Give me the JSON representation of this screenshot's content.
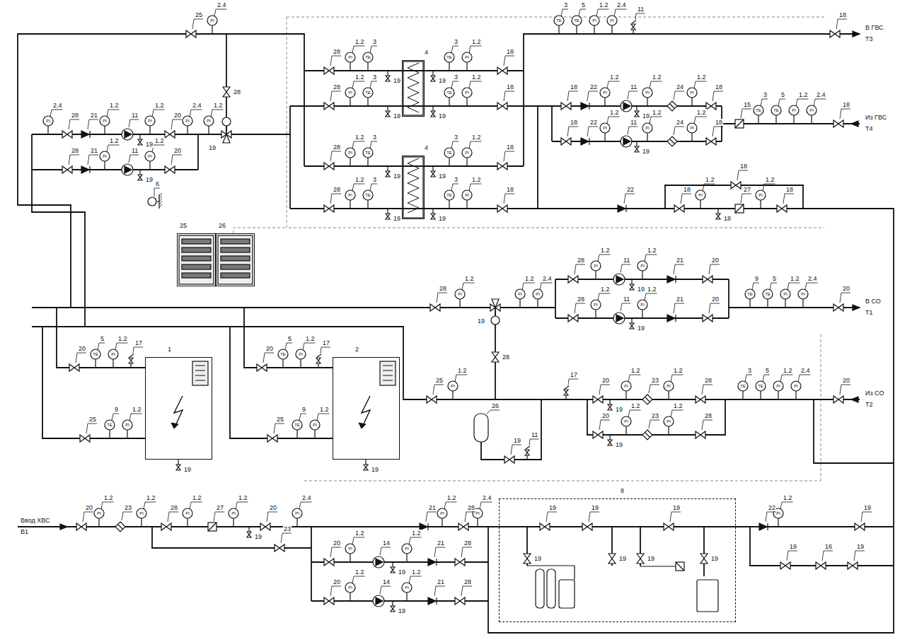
{
  "diagram": {
    "nodes": [
      {
        "text": [
          "4"
        ]
      },
      {
        "text": [
          "4"
        ]
      },
      {
        "text": [
          "25"
        ]
      },
      {
        "text": [
          "26"
        ]
      },
      {
        "text": [
          "1"
        ]
      },
      {
        "text": [
          "2"
        ]
      },
      {
        "text": [
          "8"
        ]
      }
    ],
    "labels": [
      "25",
      "2.4",
      "PI",
      "28",
      "19",
      "2.4",
      "PI",
      "28",
      "21",
      "1.2",
      "PI",
      "11",
      "19",
      "1.2",
      "PI",
      "20",
      "2.4",
      "PI",
      "1.2",
      "PI",
      "28",
      "21",
      "1.2",
      "PI",
      "11",
      "19",
      "1.2",
      "PI",
      "20",
      "6",
      "28",
      "1.2",
      "PI",
      "3",
      "TE",
      "19",
      "19",
      "3",
      "TE",
      "1.2",
      "PI",
      "18",
      "28",
      "1.2",
      "PI",
      "3",
      "TE",
      "19",
      "19",
      "3",
      "TE",
      "1.2",
      "PI",
      "18",
      "28",
      "1.2",
      "PI",
      "3",
      "TE",
      "19",
      "19",
      "3",
      "TE",
      "1.2",
      "PI",
      "18",
      "28",
      "1.2",
      "PI",
      "3",
      "TE",
      "19",
      "19",
      "3",
      "TE",
      "1.2",
      "PI",
      "18",
      "3",
      "TE",
      "5",
      "TE",
      "1.2",
      "PI",
      "2.4",
      "PI",
      "11",
      "18",
      "В ГВС",
      "Т3",
      "18",
      "22",
      "1.2",
      "PI",
      "11",
      "19",
      "1.2",
      "PI",
      "24",
      "1.2",
      "PI",
      "18",
      "18",
      "22",
      "1.2",
      "PI",
      "11",
      "19",
      "1.2",
      "PI",
      "24",
      "1.2",
      "PI",
      "18",
      "15",
      "3",
      "TE",
      "5",
      "TE",
      "1.2",
      "PI",
      "2.4",
      "PI",
      "18",
      "Из ГВС",
      "Т4",
      "22",
      "18",
      "1.2",
      "PI",
      "18",
      "27",
      "1.2",
      "PI",
      "18",
      "18",
      "28",
      "1.2",
      "PI",
      "19",
      "1.2",
      "PI",
      "2.4",
      "PI",
      "28",
      "1.2",
      "PI",
      "11",
      "19",
      "1.2",
      "PI",
      "21",
      "20",
      "28",
      "1.2",
      "PI",
      "11",
      "19",
      "1.2",
      "PI",
      "21",
      "20",
      "9",
      "TE",
      "5",
      "TE",
      "1.2",
      "PI",
      "2.4",
      "PI",
      "20",
      "В СО",
      "Т1",
      "28",
      "25",
      "1.2",
      "PI",
      "17",
      "20",
      "19",
      "1.2",
      "PI",
      "23",
      "1.2",
      "PI",
      "28",
      "20",
      "19",
      "1.2",
      "PI",
      "23",
      "1.2",
      "PI",
      "28",
      "3",
      "TE",
      "5",
      "TE",
      "1.2",
      "PI",
      "2.4",
      "PI",
      "20",
      "Из СО",
      "Т2",
      "26",
      "19",
      "11",
      "20",
      "5",
      "TE",
      "1.2",
      "PI",
      "17",
      "25",
      "9",
      "TE",
      "1.2",
      "PI",
      "19",
      "20",
      "5",
      "TE",
      "1.2",
      "PI",
      "17",
      "25",
      "9",
      "TE",
      "1.2",
      "PI",
      "19",
      "Ввод ХВС",
      "В1",
      "20",
      "1.2",
      "PI",
      "23",
      "1.2",
      "PI",
      "28",
      "1.2",
      "PI",
      "27",
      "1.2",
      "PI",
      "19",
      "20",
      "2.4",
      "PI",
      "23",
      "20",
      "1.2",
      "PI",
      "14",
      "19",
      "1.2",
      "PI",
      "21",
      "28",
      "20",
      "1.2",
      "PI",
      "14",
      "19",
      "1.2",
      "PI",
      "21",
      "28",
      "21",
      "1.2",
      "PI",
      "28",
      "2.4",
      "PI",
      "19",
      "19",
      "19",
      "19",
      "19",
      "19",
      "19",
      "22",
      "1.2",
      "PI",
      "19",
      "19",
      "16",
      "19"
    ]
  }
}
